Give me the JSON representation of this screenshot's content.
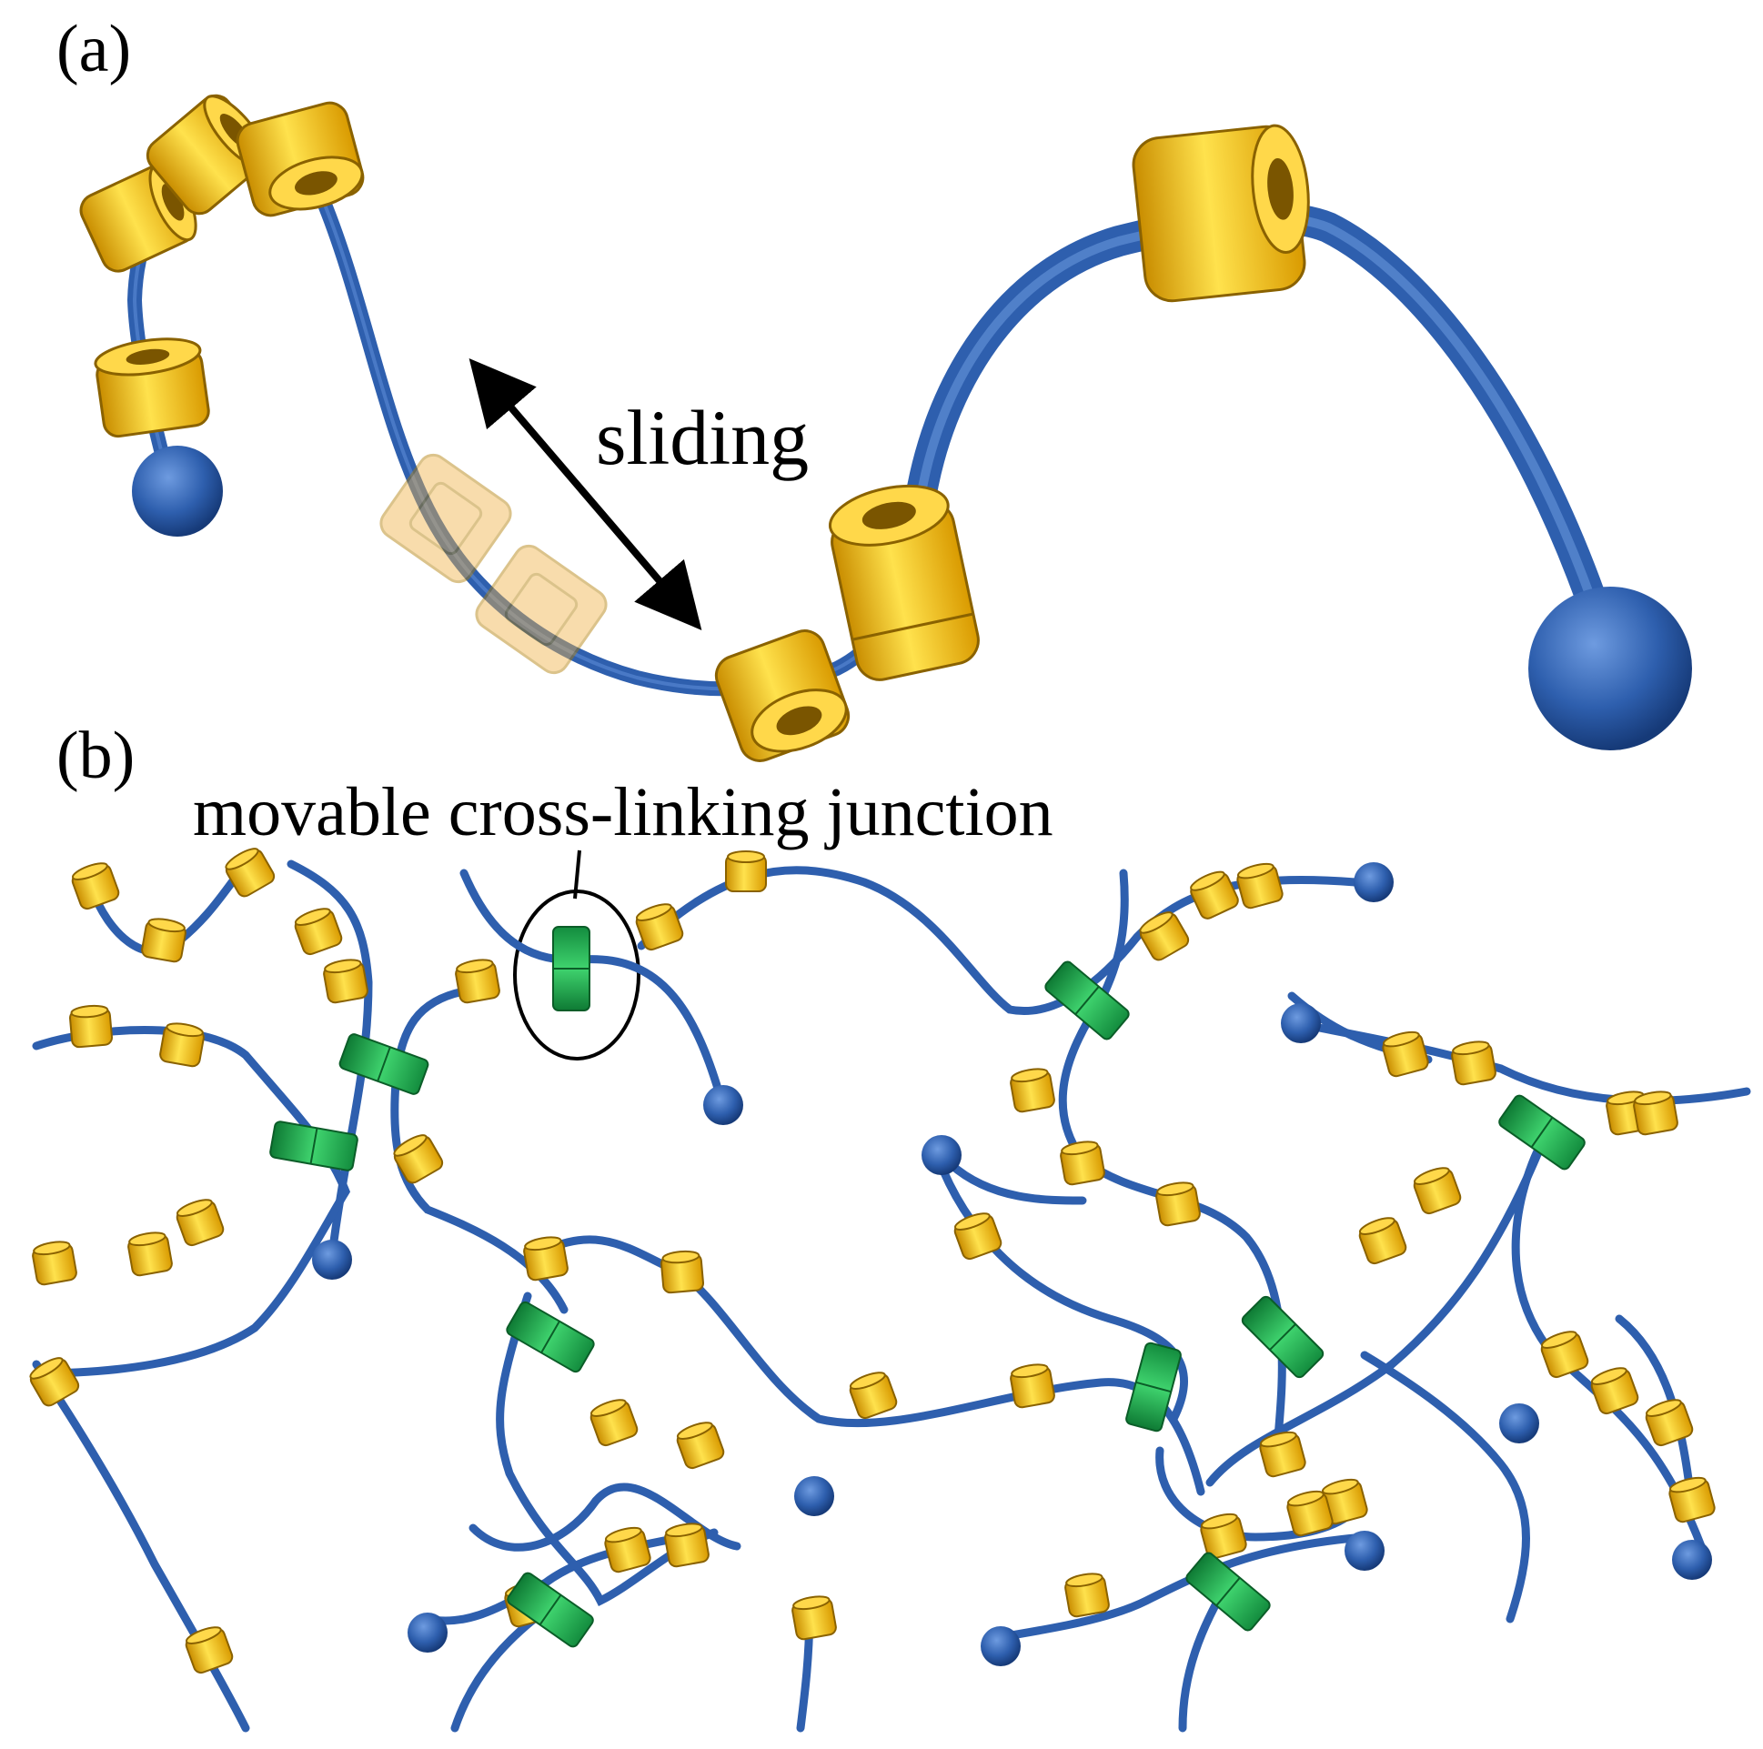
{
  "panel_a": {
    "label": "(a)",
    "arrow_label": "sliding"
  },
  "panel_b": {
    "label": "(b)",
    "callout_label": "movable cross-linking junction"
  },
  "colors": {
    "chain": "#2e5fae",
    "chain_highlight": "#5b8ad6",
    "ring": "#f4b400",
    "ring_light": "#ffe24d",
    "ring_dark": "#b07c00",
    "crosslink": "#1aa24a",
    "crosslink_light": "#3fd36e",
    "end_bead": "#2e5fae"
  }
}
